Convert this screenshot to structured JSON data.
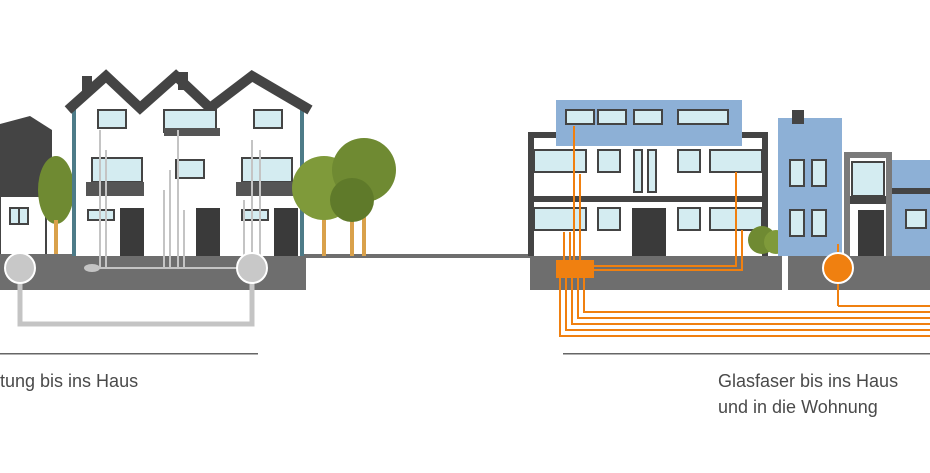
{
  "captions": {
    "left": "tung bis ins Haus",
    "right_line1": "Glasfaser bis ins Haus",
    "right_line2": "und in die Wohnung"
  },
  "colors": {
    "fiber": "#f08010",
    "copper_line": "#c4c4c4",
    "ground": "#6e6e6e",
    "roof": "#444444",
    "house_blue": "#8db0d6",
    "tree_green": "#6f8a32",
    "window": "#d4ecf1"
  }
}
